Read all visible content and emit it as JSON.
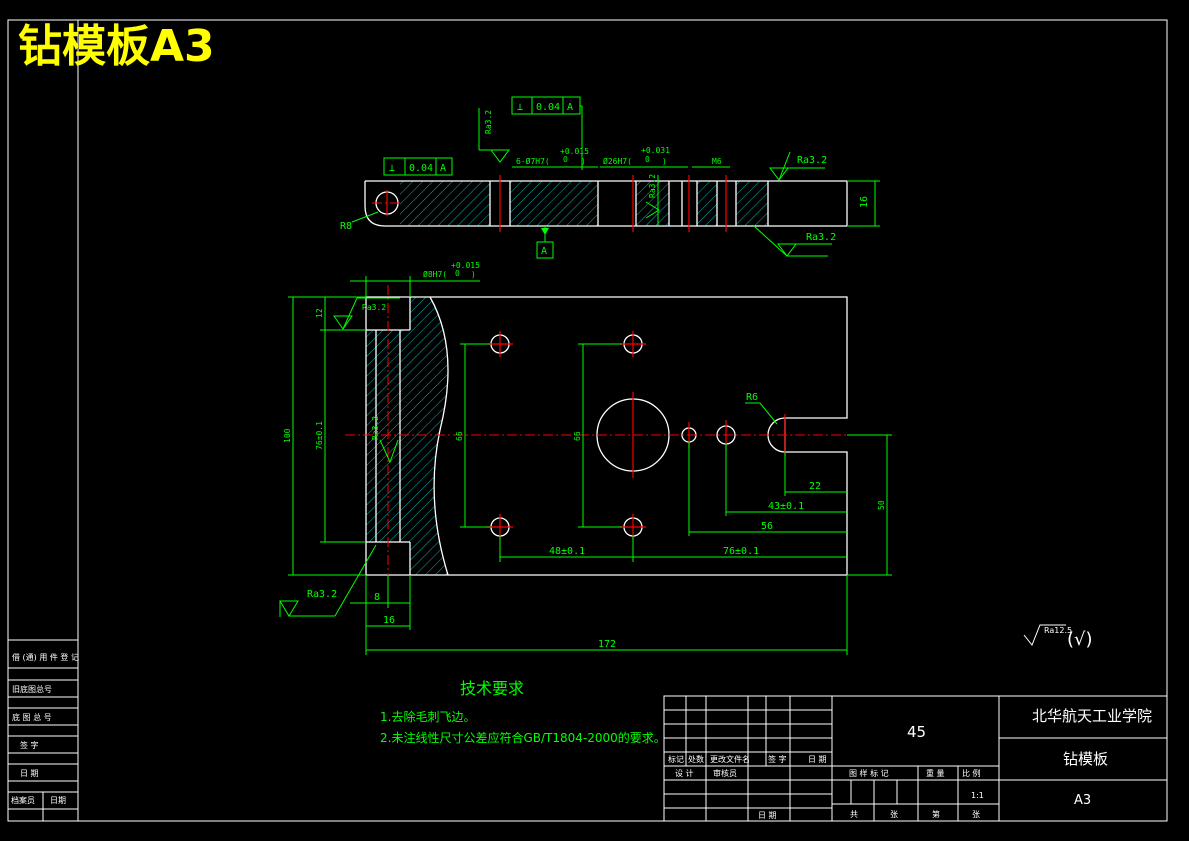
{
  "sheet_title": "钻模板A3",
  "tech_requirements": {
    "heading": "技术要求",
    "items": [
      "1.去除毛刺飞边。",
      "2.未注线性尺寸公差应符合GB/T1804-2000的要求。"
    ]
  },
  "roughness_note": {
    "value": "Ra12.5",
    "suffix": "(√)"
  },
  "top_view": {
    "flatness_1": {
      "symbol": "⊥",
      "value": "0.04",
      "datum": "A"
    },
    "flatness_2": {
      "symbol": "⊥",
      "value": "0.04",
      "datum": "A"
    },
    "ra_left": "Ra3.2",
    "ra_right_top": "Ra3.2",
    "ra_right_bottom": "Ra3.2",
    "ra_mid": "Ra3.2",
    "holes_label": "6-Ø7H7(",
    "holes_tol_upper": "+0.015",
    "holes_tol_lower": "0",
    "bore_label": "Ø26H7(",
    "bore_tol_upper": "+0.031",
    "bore_tol_lower": "0",
    "thread": "M6",
    "radius": "R8",
    "thickness": "16",
    "datum": "A"
  },
  "front_view": {
    "hole_label": "Ø8H7(",
    "hole_tol_upper": "+0.015",
    "hole_tol_lower": "0",
    "ra_top": "Ra3.2",
    "ra_bottom": "Ra3.2",
    "ra_side": "Ra3.2",
    "dim_12": "12",
    "dim_100": "100",
    "dim_76": "76±0.1",
    "dim_66a": "66",
    "dim_66b": "66",
    "dim_r6": "R6",
    "dim_22": "22",
    "dim_43": "43±0.1",
    "dim_56": "56",
    "dim_50": "50",
    "dim_48": "48±0.1",
    "dim_76b": "76±0.1",
    "dim_8": "8",
    "dim_16": "16",
    "dim_172": "172"
  },
  "title_block": {
    "material": "45",
    "school": "北华航天工业学院",
    "part_name": "钻模板",
    "sheet_size": "A3",
    "scale": "1:1",
    "col_labels": [
      "标记",
      "处数",
      "更改文件名",
      "签 字",
      "日 期"
    ],
    "row_design": [
      "设 计",
      "审核员"
    ],
    "row_date": "日 期",
    "mid_labels": [
      "图 样 标 记",
      "重 量",
      "比 例"
    ],
    "bottom_labels": [
      "共",
      "张",
      "第",
      "张"
    ]
  },
  "side_block": {
    "labels": [
      "借 (通) 用 件 登 记",
      "旧底图总号",
      "底 图 总 号",
      "签 字",
      "日 期",
      "档案员",
      "日期"
    ]
  }
}
